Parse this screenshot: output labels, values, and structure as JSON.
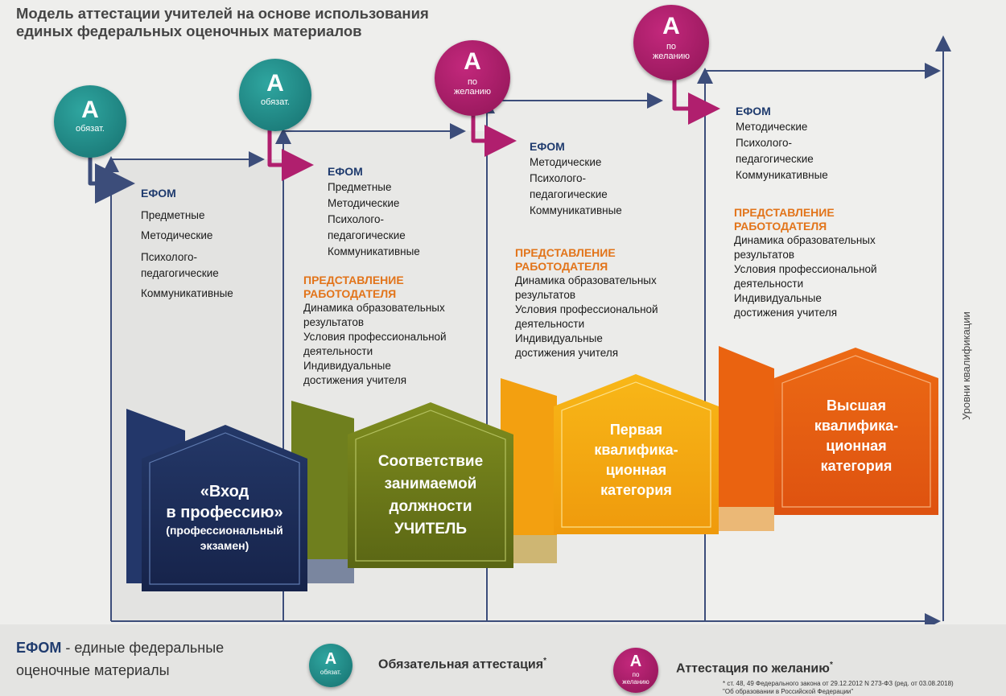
{
  "title": {
    "line1": "Модель аттестации учителей на основе использования",
    "line2": "единых федеральных оценочных материалов"
  },
  "axis_label": "Уровни квалификации",
  "badges": [
    {
      "letter": "А",
      "text": "обязат.",
      "type": "mandatory"
    },
    {
      "letter": "А",
      "text": "обязат.",
      "type": "mandatory"
    },
    {
      "letter": "А",
      "text": "по желанию",
      "type": "voluntary"
    },
    {
      "letter": "А",
      "text": "по желанию",
      "type": "voluntary"
    }
  ],
  "columns": [
    {
      "efom_heading": "ЕФОМ",
      "efom_items": [
        "Предметные",
        "Методические",
        "Психолого-",
        "педагогические",
        "Коммуникативные"
      ]
    },
    {
      "efom_heading": "ЕФОМ",
      "efom_items": [
        "Предметные",
        "Методические",
        "Психолого-",
        "педагогические",
        "Коммуникативные"
      ],
      "employer_heading": [
        "ПРЕДСТАВЛЕНИЕ",
        "РАБОТОДАТЕЛЯ"
      ],
      "employer_items": [
        "Динамика образовательных",
        "результатов",
        "Условия профессиональной",
        "деятельности",
        "Индивидуальные",
        "достижения учителя"
      ]
    },
    {
      "efom_heading": "ЕФОМ",
      "efom_items": [
        "Методические",
        "Психолого-",
        "педагогические",
        "Коммуникативные"
      ],
      "employer_heading": [
        "ПРЕДСТАВЛЕНИЕ",
        "РАБОТОДАТЕЛЯ"
      ],
      "employer_items": [
        "Динамика образовательных",
        "результатов",
        "Условия профессиональной",
        "деятельности",
        "Индивидуальные",
        "достижения учителя"
      ]
    },
    {
      "efom_heading": "ЕФОМ",
      "efom_items": [
        "Методические",
        "Психолого-",
        "педагогические",
        "Коммуникативные"
      ],
      "employer_heading": [
        "ПРЕДСТАВЛЕНИЕ",
        "РАБОТОДАТЕЛЯ"
      ],
      "employer_items": [
        "Динамика образовательных",
        "результатов",
        "Условия профессиональной",
        "деятельности",
        "Индивидуальные",
        "достижения учителя"
      ]
    }
  ],
  "houses": [
    {
      "lines": [
        "«Вход",
        "в профессию»"
      ],
      "sub": [
        "(профессиональный",
        "экзамен)"
      ],
      "color": "#1c2c55"
    },
    {
      "lines": [
        "Соответствие",
        "занимаемой",
        "должности",
        "УЧИТЕЛЬ"
      ],
      "sub": [],
      "color": "#6d7a1a"
    },
    {
      "lines": [
        "Первая",
        "квалифика-",
        "ционная",
        "категория"
      ],
      "sub": [],
      "color": "#f2a411"
    },
    {
      "lines": [
        "Высшая",
        "квалифика-",
        "ционная",
        "категория"
      ],
      "sub": [],
      "color": "#e45c10"
    }
  ],
  "footer": {
    "efom_abbr": "ЕФОМ",
    "efom_def_1": " - единые федеральные",
    "efom_def_2": "оценочные материалы",
    "legend_mandatory_letter": "А",
    "legend_mandatory_small": "обязат.",
    "legend_mandatory": "Обязательная аттестация",
    "legend_voluntary_letter": "А",
    "legend_voluntary_small": "по желанию",
    "legend_voluntary": "Аттестация по желанию",
    "star": "*",
    "note_1": "* ст. 48, 49 Федерального закона от 29.12.2012 N 273-ФЗ (ред. от 03.08.2018)",
    "note_2": "\"Об образовании в Российской Федерации\""
  },
  "colors": {
    "teal": "#1f8b88",
    "magenta": "#b01f6e",
    "line": "#3c4d7a",
    "arrow_mag": "#b01f6e"
  }
}
